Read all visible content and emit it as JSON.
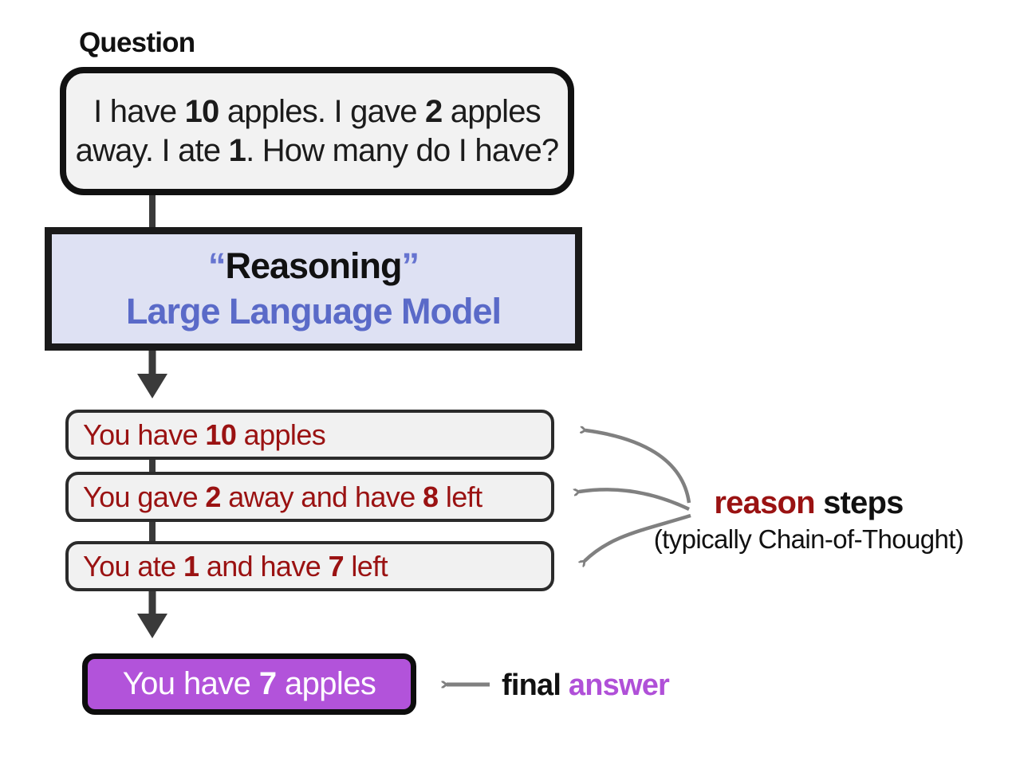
{
  "colors": {
    "page_bg": "#ffffff",
    "box_border": "#111111",
    "question_box_bg": "#f2f2f2",
    "llm_box_bg": "#dee1f3",
    "llm_text_blue": "#5a6ac8",
    "quote_blue": "#6674d0",
    "reason_box_bg": "#f1f1f1",
    "reason_text_red": "#9a1212",
    "final_box_purple": "#b253da",
    "final_text_white": "#ffffff",
    "answer_label_purple": "#b050d8",
    "flow_arrow_dark": "#3a3a3a",
    "annotation_arrow_gray": "#808080"
  },
  "question": {
    "label": "Question",
    "text_segments": [
      {
        "text": "I have "
      },
      {
        "text": "10",
        "bold": true
      },
      {
        "text": " apples. I gave "
      },
      {
        "text": "2",
        "bold": true
      },
      {
        "text": " apples"
      },
      {
        "br": true
      },
      {
        "text": "away. I ate "
      },
      {
        "text": "1",
        "bold": true
      },
      {
        "text": ". How many do I have?"
      }
    ]
  },
  "model": {
    "line1_segments": [
      {
        "text": "“",
        "bold": true,
        "color": "#6674d0"
      },
      {
        "text": "Reasoning",
        "bold": true,
        "color": "#111111"
      },
      {
        "text": "”",
        "bold": true,
        "color": "#6674d0"
      }
    ],
    "line2": "Large Language Model"
  },
  "reason_steps": {
    "boxes": [
      {
        "segments": [
          {
            "text": "You have "
          },
          {
            "text": "10",
            "bold": true
          },
          {
            "text": " apples"
          }
        ]
      },
      {
        "segments": [
          {
            "text": "You gave "
          },
          {
            "text": "2",
            "bold": true
          },
          {
            "text": " away and have "
          },
          {
            "text": "8",
            "bold": true
          },
          {
            "text": " left"
          }
        ]
      },
      {
        "segments": [
          {
            "text": "You ate "
          },
          {
            "text": "1",
            "bold": true
          },
          {
            "text": " and have "
          },
          {
            "text": "7",
            "bold": true
          },
          {
            "text": " left"
          }
        ]
      }
    ],
    "label_segments": [
      {
        "text": "reason",
        "bold": true,
        "color": "#9a1212"
      },
      {
        "text": " steps",
        "bold": true,
        "color": "#111111"
      }
    ],
    "sublabel": "(typically Chain-of-Thought)"
  },
  "final": {
    "box_segments": [
      {
        "text": "You have "
      },
      {
        "text": "7",
        "bold": true
      },
      {
        "text": " apples"
      }
    ],
    "label_segments": [
      {
        "text": "final ",
        "bold": true,
        "color": "#111111"
      },
      {
        "text": "answer",
        "bold": true,
        "color": "#b050d8"
      }
    ]
  }
}
